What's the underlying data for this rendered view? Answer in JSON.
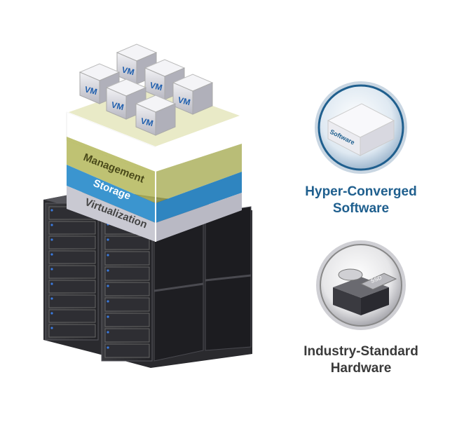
{
  "stack": {
    "vm_label": "VM",
    "layers": [
      "Management",
      "Storage",
      "Virtualization"
    ]
  },
  "software": {
    "box_label": "Software",
    "caption_line1": "Hyper-Converged",
    "caption_line2": "Software"
  },
  "hardware": {
    "ssd_label": "SSD",
    "caption_line1": "Industry-Standard",
    "caption_line2": "Hardware"
  },
  "colors": {
    "management": "#b4b75a",
    "storage": "#3b95cf",
    "virtualization": "#c9c9d2",
    "caption_software": "#1f5f8e",
    "caption_hardware": "#3a3a3a"
  }
}
